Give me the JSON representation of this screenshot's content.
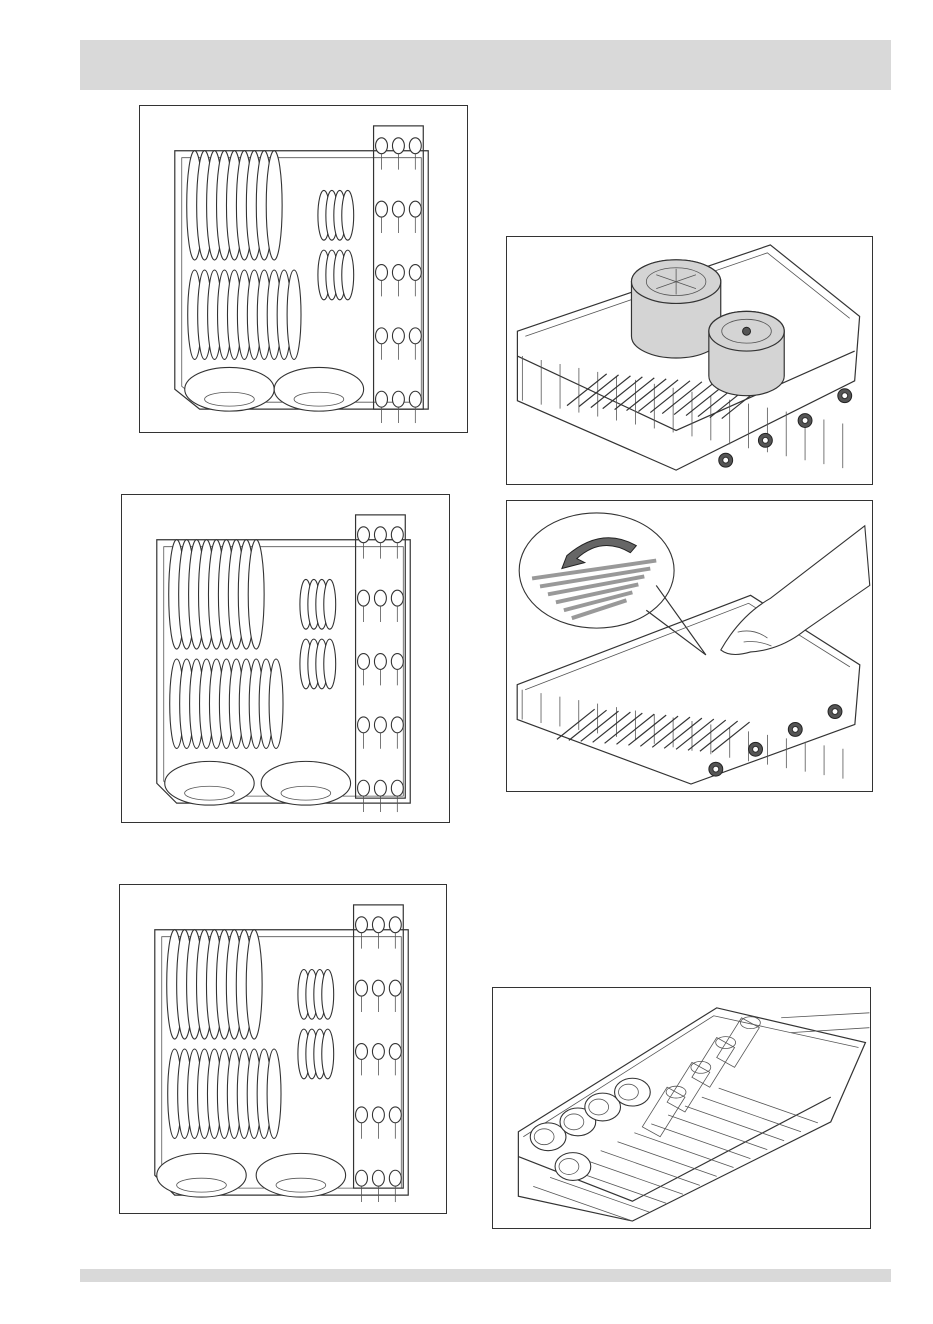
{
  "page": {
    "header_band": "",
    "footer_band": ""
  },
  "figures": [
    {
      "id": "fig-a",
      "icon": "lower-rack-loading-plates-icon"
    },
    {
      "id": "fig-b",
      "icon": "lower-rack-loading-large-plates-icon"
    },
    {
      "id": "fig-c",
      "icon": "lower-rack-loading-mixed-icon"
    },
    {
      "id": "fig-d",
      "icon": "lower-rack-pots-perspective-icon"
    },
    {
      "id": "fig-e",
      "icon": "folding-tines-hand-icon"
    },
    {
      "id": "fig-f",
      "icon": "upper-rack-cups-glasses-icon"
    }
  ]
}
